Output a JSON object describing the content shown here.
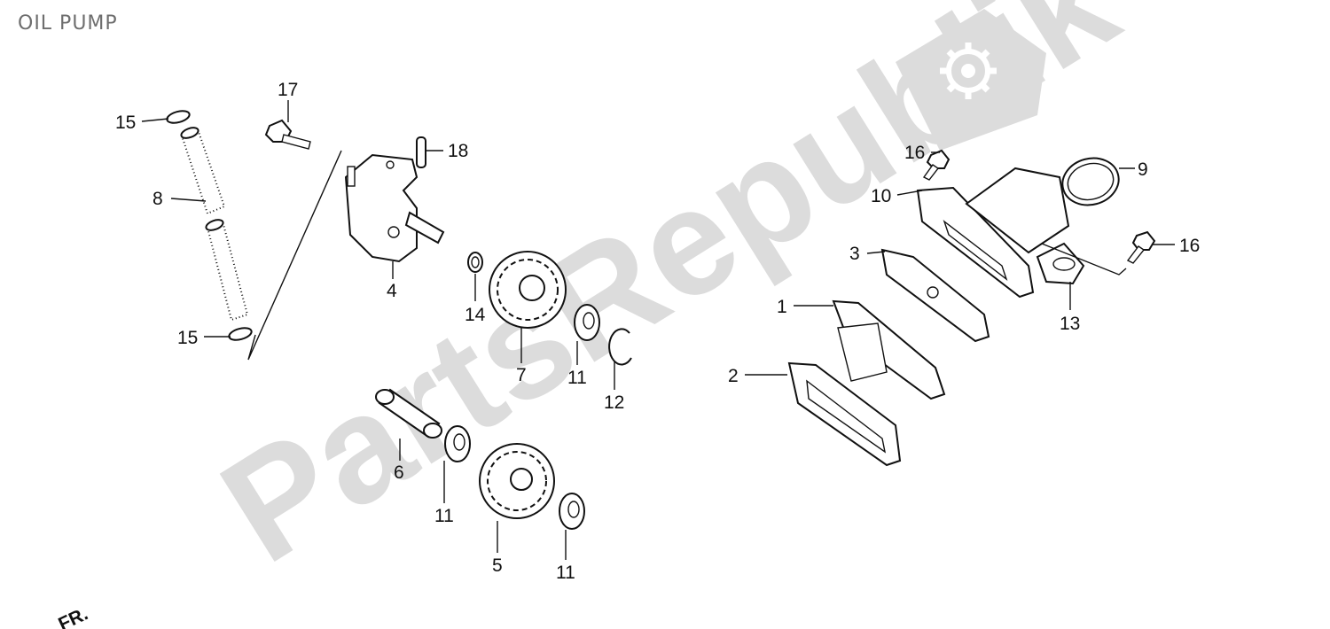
{
  "title": "OIL PUMP",
  "watermark": {
    "text": "PartsRepublik",
    "color": "#d9d9d9"
  },
  "corner_mark": "FR.",
  "callouts": {
    "p1": "1",
    "p2": "2",
    "p3": "3",
    "p4": "4",
    "p5": "5",
    "p6": "6",
    "p7": "7",
    "p8": "8",
    "p9": "9",
    "p10": "10",
    "p11a": "11",
    "p11b": "11",
    "p11c": "11",
    "p12": "12",
    "p13": "13",
    "p14": "14",
    "p15a": "15",
    "p15b": "15",
    "p16a": "16",
    "p16b": "16",
    "p17": "17",
    "p18": "18"
  }
}
